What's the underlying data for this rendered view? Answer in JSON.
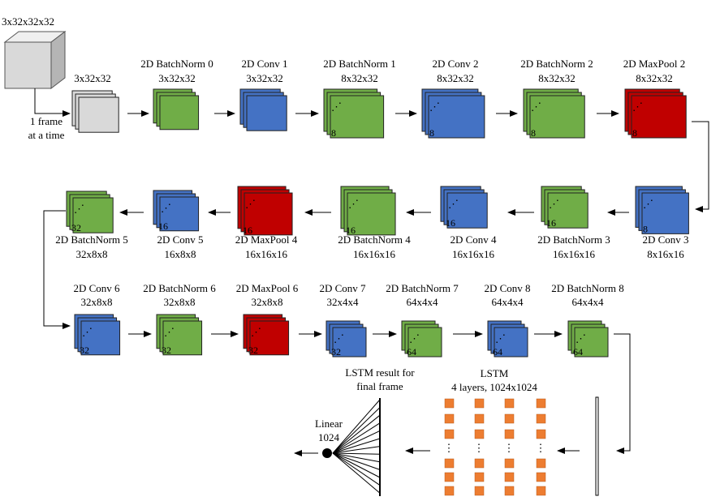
{
  "input": {
    "label": "3x32x32x32",
    "frame_label_line1": "1 frame",
    "frame_label_line2": "at a time"
  },
  "colors": {
    "batchnorm": "#70ad47",
    "conv": "#4472c4",
    "maxpool": "#c00000",
    "input": "#d9d9d9",
    "lstm_cell": "#ed7d31"
  },
  "layers": [
    {
      "id": "frame",
      "type": "input",
      "name": "",
      "shape": "3x32x32",
      "count": ""
    },
    {
      "id": "batchnorm-0",
      "type": "batchnorm",
      "name": "2D BatchNorm 0",
      "shape": "3x32x32",
      "count": ""
    },
    {
      "id": "conv-1",
      "type": "conv",
      "name": "2D Conv 1",
      "shape": "3x32x32",
      "count": ""
    },
    {
      "id": "batchnorm-1",
      "type": "batchnorm",
      "name": "2D BatchNorm 1",
      "shape": "8x32x32",
      "count": "8"
    },
    {
      "id": "conv-2",
      "type": "conv",
      "name": "2D Conv 2",
      "shape": "8x32x32",
      "count": "8"
    },
    {
      "id": "batchnorm-2",
      "type": "batchnorm",
      "name": "2D BatchNorm 2",
      "shape": "8x32x32",
      "count": "8"
    },
    {
      "id": "maxpool-2",
      "type": "maxpool",
      "name": "2D MaxPool 2",
      "shape": "8x32x32",
      "count": "8"
    },
    {
      "id": "conv-3",
      "type": "conv",
      "name": "2D Conv 3",
      "shape": "8x16x16",
      "count": "8"
    },
    {
      "id": "batchnorm-3",
      "type": "batchnorm",
      "name": "2D BatchNorm 3",
      "shape": "16x16x16",
      "count": "16"
    },
    {
      "id": "conv-4",
      "type": "conv",
      "name": "2D Conv 4",
      "shape": "16x16x16",
      "count": "16"
    },
    {
      "id": "batchnorm-4",
      "type": "batchnorm",
      "name": "2D BatchNorm 4",
      "shape": "16x16x16",
      "count": "16"
    },
    {
      "id": "maxpool-4",
      "type": "maxpool",
      "name": "2D MaxPool 4",
      "shape": "16x16x16",
      "count": "16"
    },
    {
      "id": "conv-5",
      "type": "conv",
      "name": "2D Conv 5",
      "shape": "16x8x8",
      "count": "16"
    },
    {
      "id": "batchnorm-5",
      "type": "batchnorm",
      "name": "2D BatchNorm 5",
      "shape": "32x8x8",
      "count": "32"
    },
    {
      "id": "conv-6",
      "type": "conv",
      "name": "2D Conv 6",
      "shape": "32x8x8",
      "count": "32"
    },
    {
      "id": "batchnorm-6",
      "type": "batchnorm",
      "name": "2D BatchNorm 6",
      "shape": "32x8x8",
      "count": "32"
    },
    {
      "id": "maxpool-6",
      "type": "maxpool",
      "name": "2D MaxPool 6",
      "shape": "32x8x8",
      "count": "32"
    },
    {
      "id": "conv-7",
      "type": "conv",
      "name": "2D Conv 7",
      "shape": "32x4x4",
      "count": "32"
    },
    {
      "id": "batchnorm-7",
      "type": "batchnorm",
      "name": "2D BatchNorm 7",
      "shape": "64x4x4",
      "count": "64"
    },
    {
      "id": "conv-8",
      "type": "conv",
      "name": "2D Conv 8",
      "shape": "64x4x4",
      "count": "64"
    },
    {
      "id": "batchnorm-8",
      "type": "batchnorm",
      "name": "2D BatchNorm 8",
      "shape": "64x4x4",
      "count": "64"
    }
  ],
  "lstm": {
    "title": "LSTM",
    "subtitle": "4 layers, 1024x1024",
    "result_line1": "LSTM result for",
    "result_line2": "final frame"
  },
  "linear": {
    "name": "Linear",
    "size": "1024"
  }
}
